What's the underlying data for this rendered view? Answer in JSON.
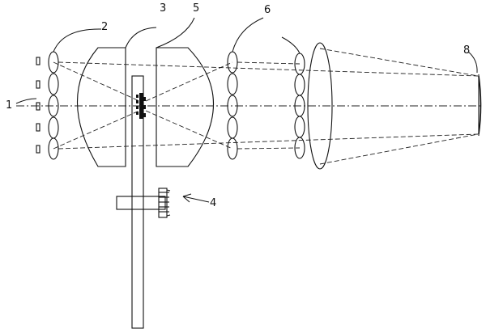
{
  "labels": {
    "l1": "1",
    "l2": "2",
    "l3": "3",
    "l4": "4",
    "l5": "5",
    "l6": "6",
    "l8": "8"
  }
}
